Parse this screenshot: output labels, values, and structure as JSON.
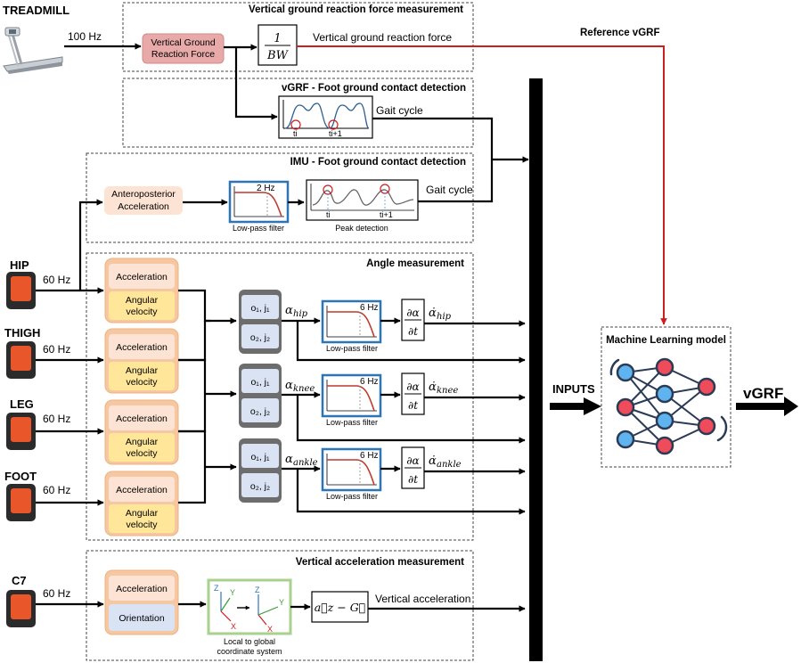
{
  "sections": {
    "vgrf_measure": "Vertical ground reaction force measurement",
    "vgrf_contact": "vGRF - Foot ground contact detection",
    "imu_contact": "IMU - Foot ground contact detection",
    "angle": "Angle measurement",
    "vacc": "Vertical acceleration measurement"
  },
  "devices": {
    "treadmill": "TREADMILL",
    "hip": "HIP",
    "thigh": "THIGH",
    "leg": "LEG",
    "foot": "FOOT",
    "c7": "C7"
  },
  "rates": {
    "treadmill": "100 Hz",
    "imu": "60 Hz"
  },
  "vgrf": {
    "block_line1": "Vertical Ground",
    "block_line2": "Reaction Force",
    "bw_num": "1",
    "bw_den": "BW",
    "signal": "Vertical ground reaction force",
    "reference": "Reference vGRF",
    "gait_cycle": "Gait cycle",
    "t_i": "ti",
    "t_i1": "ti+1"
  },
  "imu": {
    "ap_line1": "Anteroposterior",
    "ap_line2": "Acceleration",
    "cutoff": "2 Hz",
    "lpf": "Low-pass filter",
    "peak": "Peak detection",
    "gait_cycle": "Gait cycle",
    "t_i": "ti",
    "t_i1": "ti+1"
  },
  "sensor_blocks": {
    "acc": "Acceleration",
    "ang1": "Angular",
    "ang2": "velocity"
  },
  "joints": {
    "oj1": "o₁, j₁",
    "oj2": "o₂, j₂",
    "cutoff": "6 Hz",
    "lpf": "Low-pass filter",
    "alpha": "α",
    "hip": "hip",
    "knee": "knee",
    "ankle": "ankle",
    "d_num": "∂α",
    "d_den": "∂t",
    "alpha_dot": "α̇"
  },
  "c7": {
    "acc": "Acceleration",
    "orient": "Orientation",
    "coord_line1": "Local to global",
    "coord_line2": "coordinate system",
    "formula": "a⃗z − G⃗",
    "signal": "Vertical acceleration",
    "axis_z": "Z",
    "axis_y": "Y",
    "axis_x": "X"
  },
  "inputs": "INPUTS",
  "ml": {
    "title": "Machine Learning model"
  },
  "output": "vGRF",
  "colors": {
    "red": "#cc1f1f",
    "pink_block": "#e8a9a9",
    "orange_border": "#f0b27a",
    "peach": "#fde3d3",
    "yellow": "#ffe699",
    "blue_border": "#2e75b6",
    "gray_block": "#6d6d6d",
    "light_blue": "#dae3f3",
    "green_border": "#a9d18e"
  }
}
